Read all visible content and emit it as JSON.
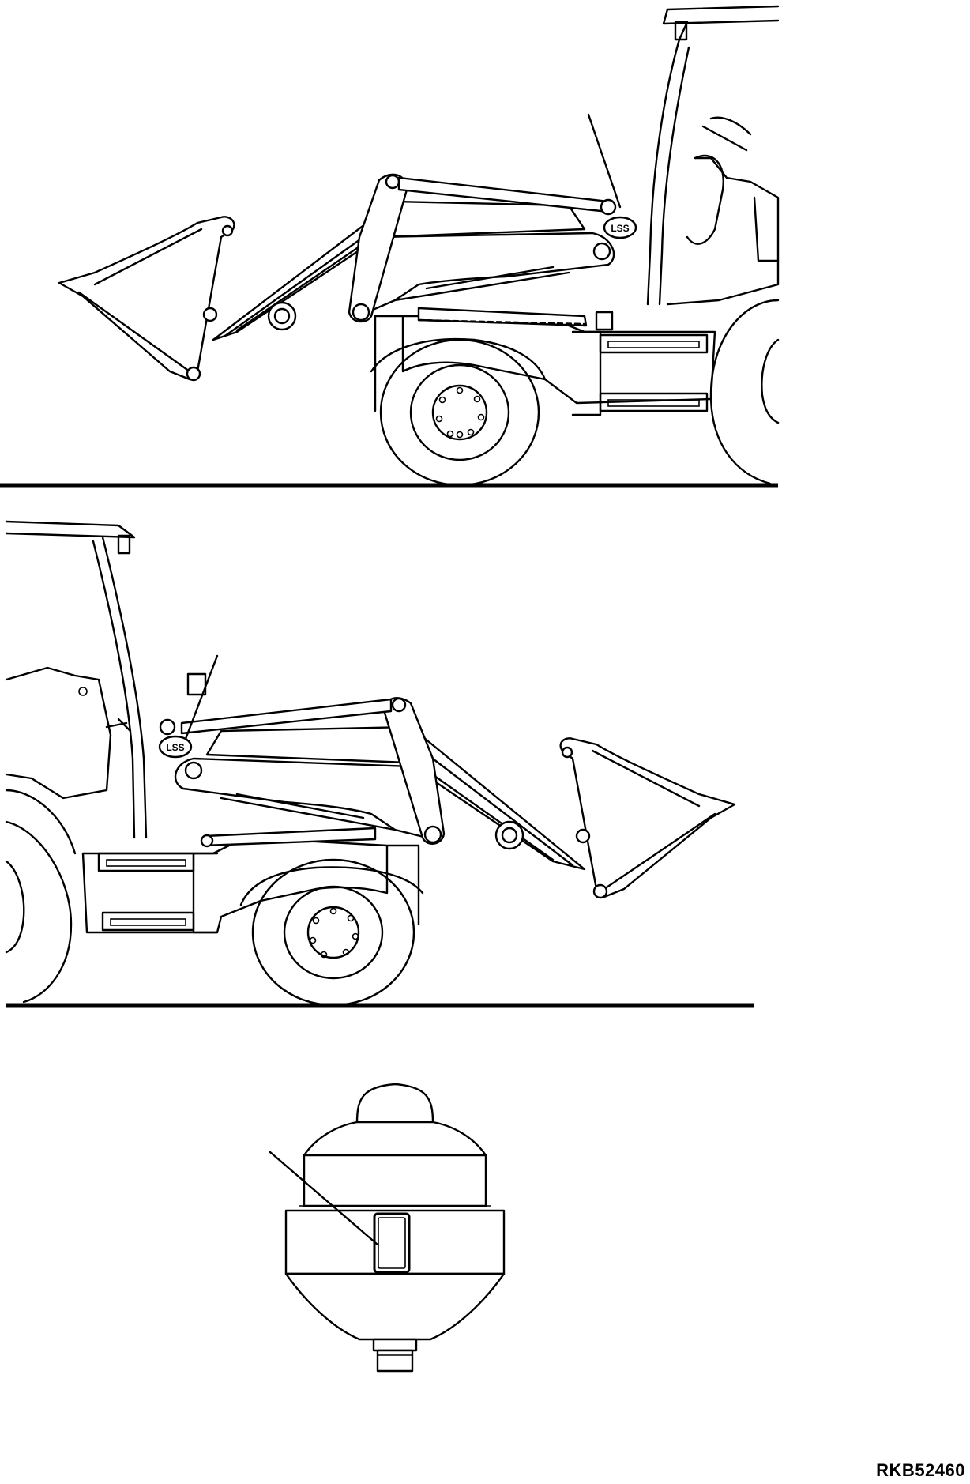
{
  "figure": {
    "callout_label": "LSS",
    "drawing_code": "RKB52460"
  },
  "panels": [
    {
      "id": "top",
      "subject": "loader-left-side-view"
    },
    {
      "id": "middle",
      "subject": "loader-right-side-view"
    },
    {
      "id": "bottom",
      "subject": "accumulator-with-label"
    }
  ],
  "colors": {
    "line": "#000000",
    "background": "#ffffff"
  }
}
